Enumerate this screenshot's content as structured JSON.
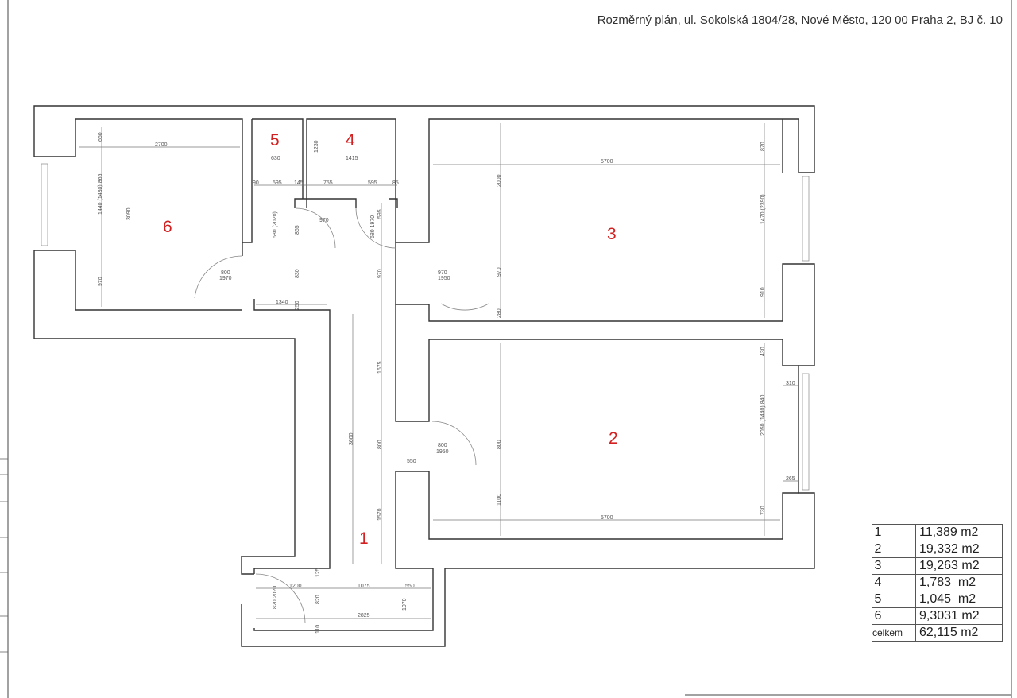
{
  "title": "Rozměrný plán, ul. Sokolská 1804/28, Nové Město, 120 00 Praha 2, BJ č. 10",
  "rooms": {
    "r1": "1",
    "r2": "2",
    "r3": "3",
    "r4": "4",
    "r5": "5",
    "r6": "6"
  },
  "dims": {
    "d2700": "2700",
    "d660": "660",
    "d3090": "3090",
    "d1440": "1440 (1430) 865",
    "d970a": "970",
    "d800a": "800",
    "d1970a": "1970",
    "d630": "630",
    "d1230": "1230",
    "d1415": "1415",
    "d90": "90",
    "d595a": "595",
    "d145": "145",
    "d755": "755",
    "d595b": "595",
    "d85": "85",
    "d970b": "970",
    "d680a": "680 (2020)",
    "d865": "865",
    "d680b": "680 1970",
    "d595c": "595",
    "d1340": "1340",
    "d250": "250",
    "d830a": "830",
    "d970c": "970",
    "d970d": "970",
    "d1950a": "1950",
    "d2000": "2000",
    "d5700a": "5700",
    "d870": "870",
    "d970e": "970",
    "d1470": "1470 (2390)",
    "d910": "910",
    "d280": "280",
    "d1675": "1675",
    "d3600": "3600",
    "d800b": "800",
    "d800c": "800",
    "d1950b": "1950",
    "d550a": "550",
    "d800d": "800",
    "d430": "430",
    "d310": "310",
    "d2050": "2050 (1440) 840",
    "d265": "265",
    "d1570": "1570",
    "d1100": "1100",
    "d5700b": "5700",
    "d730": "730",
    "d125": "125",
    "d1200": "1200",
    "d1075": "1075",
    "d550b": "550",
    "d820a": "820 2020",
    "d820b": "820",
    "d1070": "1070",
    "d2825": "2825",
    "d110": "110"
  },
  "areas": [
    {
      "no": "1",
      "value": "11,389 m2"
    },
    {
      "no": "2",
      "value": "19,332 m2"
    },
    {
      "no": "3",
      "value": "19,263 m2"
    },
    {
      "no": "4",
      "value": "1,783  m2"
    },
    {
      "no": "5",
      "value": "1,045  m2"
    },
    {
      "no": "6",
      "value": "9,3031 m2"
    },
    {
      "no": "celkem",
      "value": "62,115 m2"
    }
  ]
}
